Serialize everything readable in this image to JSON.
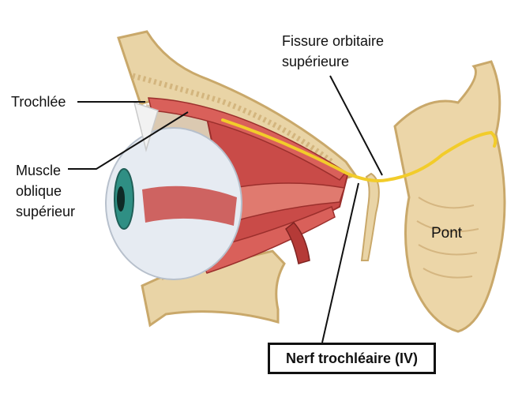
{
  "labels": {
    "trochlee": "Trochlée",
    "muscle_line1": "Muscle",
    "muscle_line2": "oblique",
    "muscle_line3": "supérieur",
    "fissure_line1": "Fissure orbitaire",
    "fissure_line2": "supérieure",
    "pont": "Pont",
    "nerf": "Nerf trochléaire (IV)"
  },
  "icons": {
    "eyeball": "eyeball-icon",
    "bone": "orbit-bone-icon",
    "brainstem": "brainstem-icon",
    "nerve": "nerve-icon"
  },
  "colors": {
    "bone": "#e9d4a6",
    "bone_dark": "#c9a86a",
    "muscle": "#c94b48",
    "muscle_light": "#e07a6f",
    "nerve": "#f2cc2a",
    "eye_white": "#e6ebf2",
    "iris": "#2f8f84",
    "brainstem": "#ecd6a8"
  }
}
